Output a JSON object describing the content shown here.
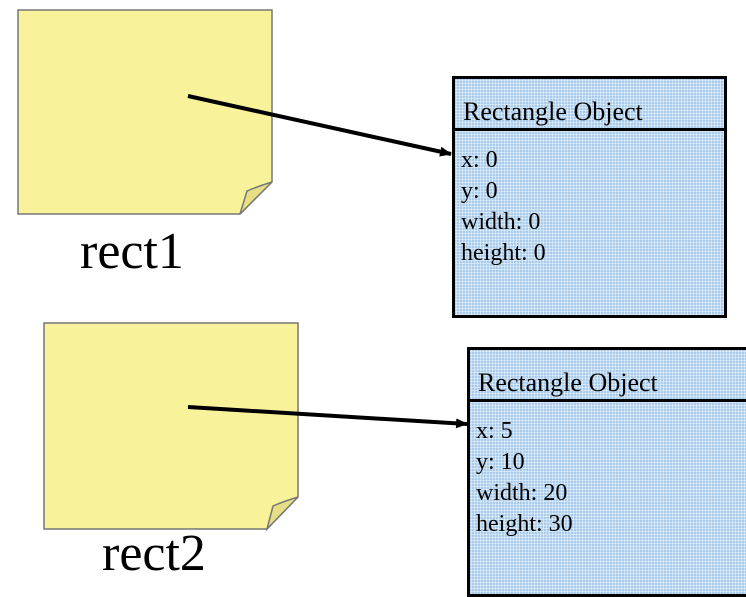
{
  "variables": [
    {
      "name": "rect1"
    },
    {
      "name": "rect2"
    }
  ],
  "objects": [
    {
      "title": "Rectangle Object",
      "fields": [
        "x: 0",
        "y: 0",
        "width: 0",
        "height: 0"
      ]
    },
    {
      "title": "Rectangle Object",
      "fields": [
        "x: 5",
        "y: 10",
        "width: 20",
        "height: 30"
      ]
    }
  ],
  "colors": {
    "note_fill": "#f8f29a",
    "object_fill": "#b9d6ef",
    "stroke": "#000000"
  }
}
